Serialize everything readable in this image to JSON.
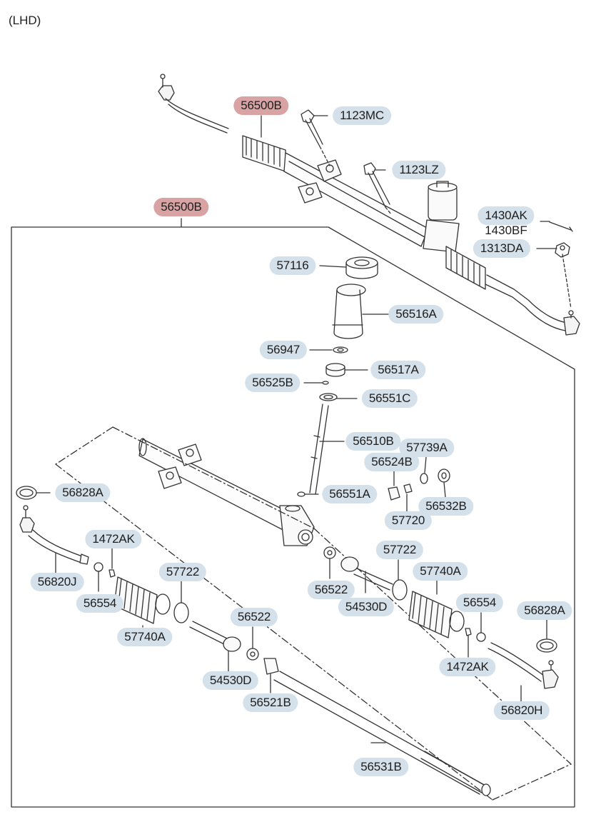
{
  "variant_label": "(LHD)",
  "labels": {
    "asm_top": "56500B",
    "asm_box": "56500B",
    "bolt_mc": "1123MC",
    "bolt_lz": "1123LZ",
    "clip_ak": "1430AK",
    "clip_bf": "1430BF",
    "nut_da": "1313DA",
    "p57116": "57116",
    "p56516A": "56516A",
    "p56947": "56947",
    "p56517A": "56517A",
    "p56525B": "56525B",
    "p56551C": "56551C",
    "p56510B": "56510B",
    "p57739A": "57739A",
    "p56524B": "56524B",
    "p56828A_l": "56828A",
    "p56551A": "56551A",
    "p57720": "57720",
    "p56532B": "56532B",
    "p1472AK_l": "1472AK",
    "p56820J": "56820J",
    "p56554_l": "56554",
    "p57722_l": "57722",
    "p57740A_l": "57740A",
    "p56522_l": "56522",
    "p54530D_l": "54530D",
    "p56521B": "56521B",
    "p57722_r": "57722",
    "p56522_r": "56522",
    "p54530D_r": "54530D",
    "p57740A_r": "57740A",
    "p56554_r": "56554",
    "p56828A_r": "56828A",
    "p1472AK_r": "1472AK",
    "p56820H": "56820H",
    "p56531B": "56531B"
  },
  "colors": {
    "label_bg": "#d4e0ea",
    "label_highlight_bg": "#d9a3a3",
    "line": "#333333"
  }
}
